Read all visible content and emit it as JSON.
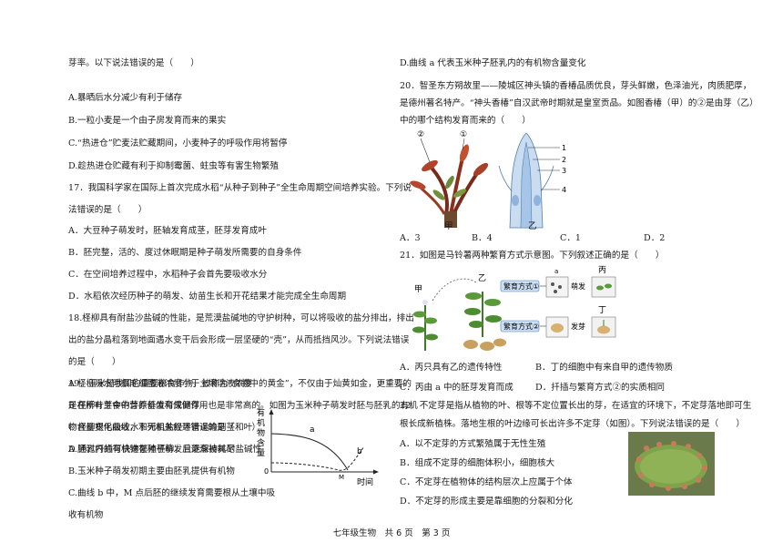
{
  "left": {
    "l01": "芽率。以下说法错误的是（　　）",
    "l02": "A.暴晒后水分减少有利于储存",
    "l03": "B.一粒小麦是一个由子房发育而来的果实",
    "l04": "C.“热进仓”贮麦法贮藏期间，小麦种子的呼吸作用将暂停",
    "l05": "D.趁热进仓贮藏有利于抑制霉菌、蛀虫等有害生物繁殖",
    "l06": "17．我国科学家在国际上首次完成水稻“从种子到种子”全生命周期空间培养实验。下列说",
    "l07": "法错误的是（　　）",
    "l08": "A．大豆种子萌发时，胚轴发育成茎，胚芽发育成叶",
    "l09": "B．胚完整，活的、度过休眠期是种子萌发所需要的自身条件",
    "l10": "C．在空间培养过程中，水稻种子会首先要吸收水分",
    "l11": "D．水稻依次经历种子的萌发、幼苗生长和开花结果才能完成全生命周期",
    "l12": "18.柽柳具有耐盐沙盐碱的性能，是荒漠盐碱地的守护树种，可以将吸收的盐分排出，排出",
    "l13": "出的盐分晶粒落到地面遇水变干后会形成一层坚硬的“壳”，从而抵挡风沙。下列说法错误",
    "l14": "的是（　　）",
    "l15": "A 柽柳吸水时根毛细胞液浓度小于土壤溶液浓度",
    "l16": "B 柽柳叶芽中的芽原基发育成侧芽",
    "l17": "C 柽柳根毛吸收水和无机盐经导管运输到茎和叶",
    "l18": "D 通过扦插可快速繁殖柽柳，且能保持其耐盐碱性",
    "l19": "19．玉米是我国的重要粮食作物，被称为“食物中的黄金”，不仅由于灿黄如金，更重要的",
    "l20": "是在所有主食中营养价值和保健作用也是非常高的。如图为玉米种子萌发时胚与胚乳的有机",
    "l21": "物含量变化曲线，下列相关叙述错误的是（　　）",
    "l22": "A.胚乳内的有机物在种子萌发后逐渐被耗尽",
    "l23": "B.玉米种子萌发初期主要由胚乳提供有机物",
    "l24": "C.曲线 b 中，M 点后胚的继续发育需要根从土壤中吸",
    "l25": "收有机物"
  },
  "chart": {
    "ylabel1": "有",
    "ylabel2": "机",
    "ylabel3": "物",
    "ylabel4": "含",
    "ylabel5": "量",
    "origin": "0",
    "xlabel": "时间",
    "curve_a": "a",
    "curve_b": "b",
    "point_m": "M"
  },
  "right": {
    "r01": "D.曲线 a 代表玉米种子胚乳内的有机物含量变化",
    "r02": "20．智圣东方朔故里——陵城区神头镇的香椿品质优良，芽头鲜嫩，色泽油光，肉质肥厚，",
    "r03": "是德州著名特产。“神头香椿”自汉武帝时期就是皇室贡品。如图香椿（甲）的②是由芽（乙）",
    "r04": "中的哪个结构发育而来的（　　）",
    "q20_opts": [
      "A．3",
      "B．4",
      "C．1",
      "D．2"
    ],
    "r05": "21．如图是马铃薯两种繁育方式示意图。下列叙述正确的是（　　）",
    "q21_a": "A．丙只具有乙的遗传特性",
    "q21_b": "B．丁的细胞中有来自甲的遗传物质",
    "q21_c": "C．丙由 a 中的胚芽发育而成",
    "q21_d": "D．扦插与繁育方式②的实质相同",
    "r06": "22．不定芽是指从植物的叶、根等不定位置长出的芽，在适宜的环境下，不定芽落地即可生",
    "r07": "根长成新植株。落地生根的叶边缘可长出许多不定芽（如图）。下列说法错误的是（　　）",
    "q22_a": "A．以不定芽的方式繁殖属于无性生殖",
    "q22_b": "B．组成不定芽的细胞体积小，细胞核大",
    "q22_c": "C．不定芽在植物体的结构层次上应属于个体",
    "q22_d": "D．不定芽的形成主要是靠细胞的分裂和分化"
  },
  "fig20": {
    "label_jia": "甲",
    "label_yi": "乙",
    "mark_2": "②",
    "mark_1c": "①",
    "n1": "1",
    "n2": "2",
    "n3": "3",
    "n4": "4"
  },
  "fig21": {
    "jia": "甲",
    "yi": "乙",
    "bing": "丙",
    "ding": "丁",
    "mode1": "繁育方式①",
    "mode2": "繁育方式②",
    "a": "a",
    "mengfa": "萌发",
    "faya": "发芽"
  },
  "footer": "七年级生物　共 6 页　第 3 页"
}
